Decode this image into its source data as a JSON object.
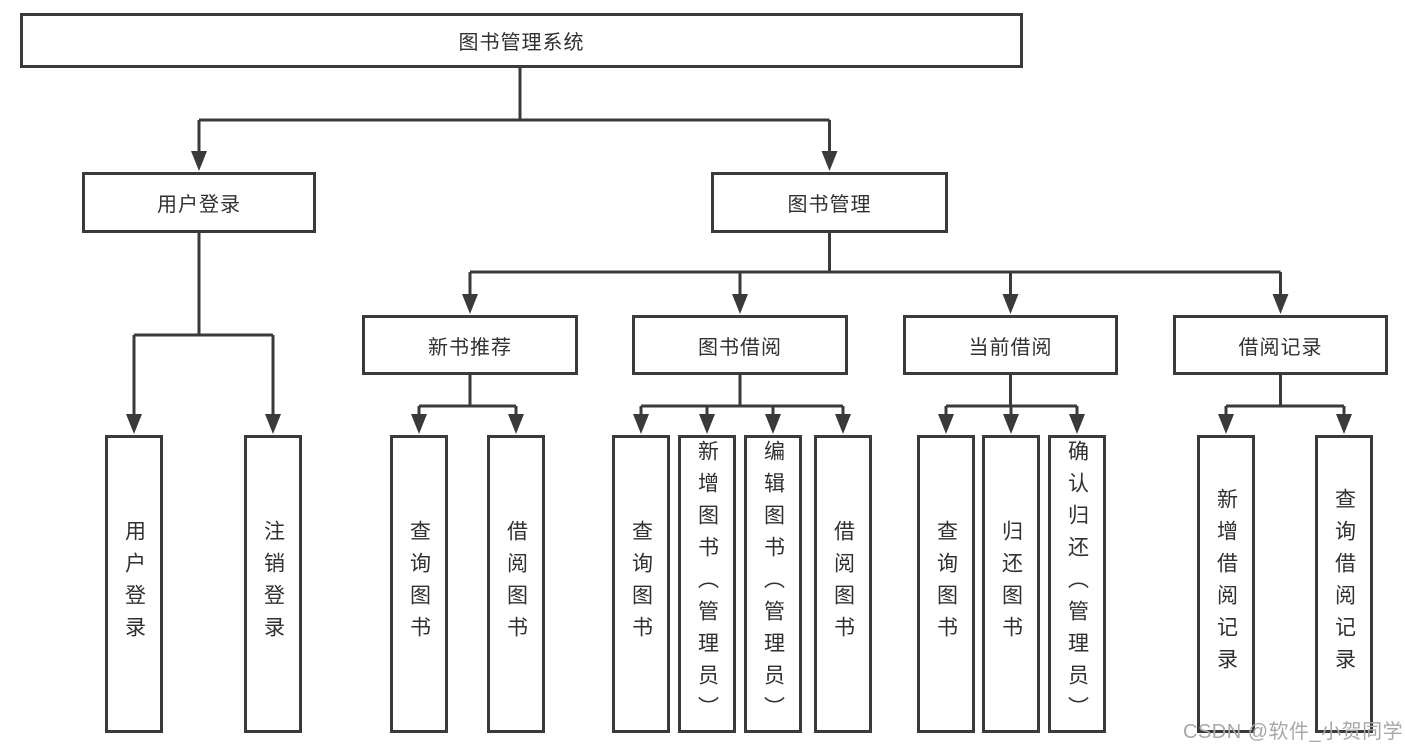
{
  "colors": {
    "line": "#3a3a3a",
    "text": "#303030",
    "background": "#ffffff",
    "watermark": "#a8a8a8"
  },
  "diagram": {
    "root": {
      "label": "图书管理系统"
    },
    "branches": [
      {
        "label": "用户登录",
        "children": [
          "用户登录",
          "注销登录"
        ]
      },
      {
        "label": "图书管理",
        "sections": [
          {
            "label": "新书推荐",
            "children": [
              "查询图书",
              "借阅图书"
            ]
          },
          {
            "label": "图书借阅",
            "children": [
              "查询图书",
              "新增图书（管理员）",
              "编辑图书（管理员）",
              "借阅图书"
            ]
          },
          {
            "label": "当前借阅",
            "children": [
              "查询图书",
              "归还图书",
              "确认归还（管理员）"
            ]
          },
          {
            "label": "借阅记录",
            "children": [
              "新增借阅记录",
              "查询借阅记录"
            ]
          }
        ]
      }
    ]
  },
  "watermark": {
    "text": "CSDN @软件_小贺同学"
  }
}
